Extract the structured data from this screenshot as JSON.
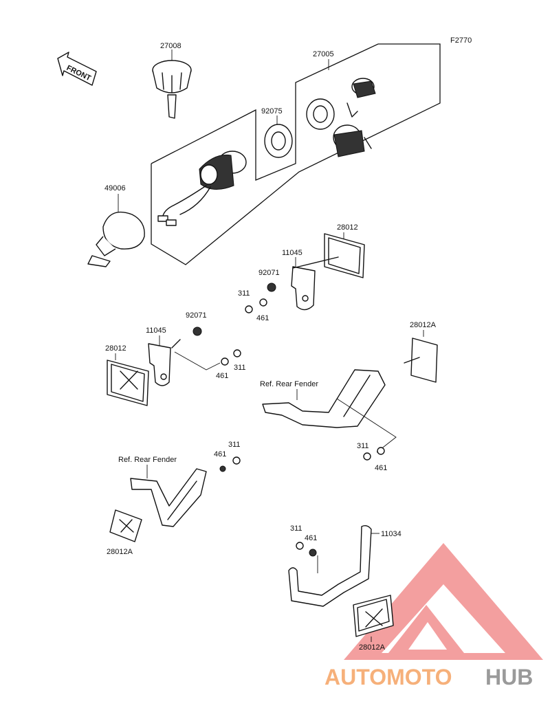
{
  "figure_code": "F2770",
  "front_label": "FRONT",
  "labels": {
    "p27008": "27008",
    "p27005": "27005",
    "p92075": "92075",
    "p49006": "49006",
    "p28012_top": "28012",
    "p11045_top": "11045",
    "p92071_top": "92071",
    "p311_top": "311",
    "p461_top": "461",
    "p92071_mid": "92071",
    "p11045_left": "11045",
    "p28012_left": "28012",
    "p461_left": "461",
    "p311_left": "311",
    "p28012A_right": "28012A",
    "ref_fender_right": "Ref. Rear Fender",
    "p311_right": "311",
    "p461_right": "461",
    "ref_fender_left": "Ref. Rear Fender",
    "p311_lowleft": "311",
    "p461_lowleft": "461",
    "p28012A_lowleft": "28012A",
    "p311_bottom": "311",
    "p461_bottom": "461",
    "p11034": "11034",
    "p28012A_bottom": "28012A"
  },
  "watermark": {
    "brand_a": "AUTOMOTO",
    "brand_b": "HUB",
    "color_a": "#f6b07a",
    "color_b": "#9a9a9a",
    "triangle_color": "#ef7f7f"
  }
}
